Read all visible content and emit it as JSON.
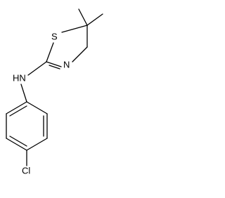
{
  "molecule": {
    "atoms": {
      "sulfur": "S",
      "ring_nitrogen": "N",
      "amine": "HN",
      "chlorine": "Cl"
    }
  }
}
